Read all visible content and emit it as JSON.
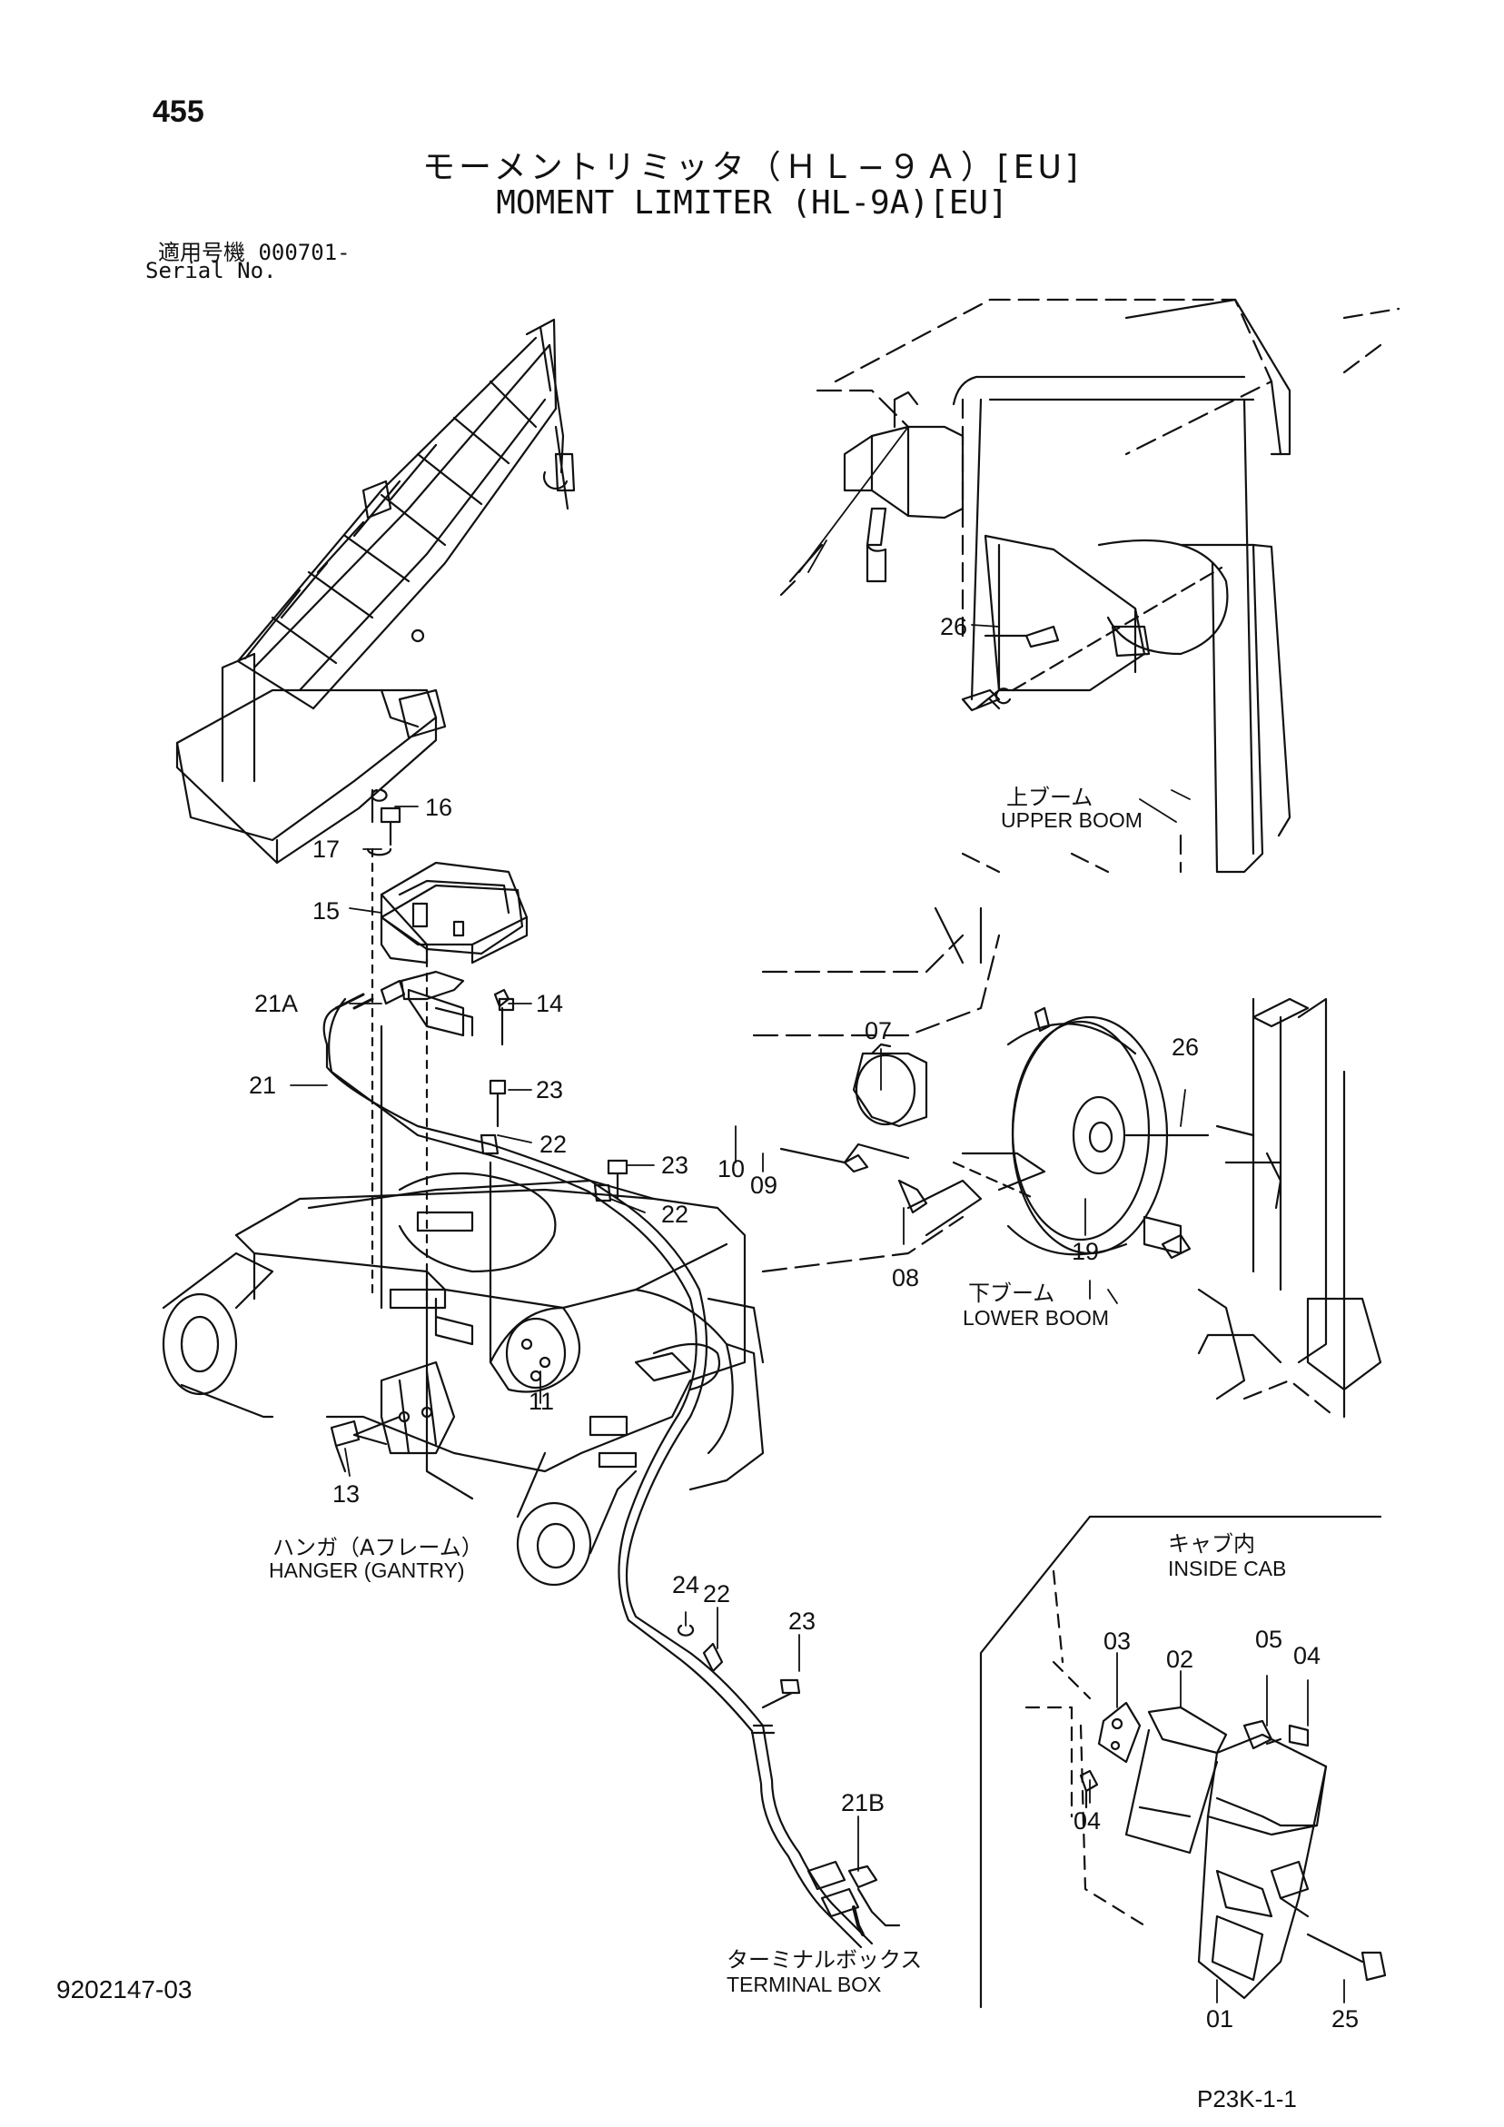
{
  "header": {
    "page_number": "455",
    "title_ja": "モーメントリミッタ（ＨＬ−９Ａ）[EU]",
    "title_en": "MOMENT LIMITER (HL-9A)[EU]",
    "serial_ja": "適用号機  000701-",
    "serial_en": "Serial No."
  },
  "footer": {
    "doc_code": "9202147-03",
    "page_code": "P23K-1-1"
  },
  "areas": {
    "upper_boom_ja": "上ブーム",
    "upper_boom_en": "UPPER BOOM",
    "lower_boom_ja": "下ブーム",
    "lower_boom_en": "LOWER BOOM",
    "hanger_ja": "ハンガ（Aフレーム）",
    "hanger_en": "HANGER (GANTRY)",
    "terminal_ja": "ターミナルボックス",
    "terminal_en": "TERMINAL BOX",
    "cab_ja": "キャブ内",
    "cab_en": "INSIDE CAB"
  },
  "parts": {
    "p16": "16",
    "p17": "17",
    "p15": "15",
    "p21a": "21A",
    "p14": "14",
    "p21": "21",
    "p23a": "23",
    "p22a": "22",
    "p23b": "23",
    "p22b": "22",
    "p11": "11",
    "p13": "13",
    "p24": "24",
    "p22c": "22",
    "p23c": "23",
    "p21b": "21B",
    "p26a": "26",
    "p07": "07",
    "p26b": "26",
    "p10": "10",
    "p09": "09",
    "p08": "08",
    "p19": "19",
    "p03": "03",
    "p02": "02",
    "p05": "05",
    "p04a": "04",
    "p04b": "04",
    "p01": "01",
    "p25": "25"
  }
}
